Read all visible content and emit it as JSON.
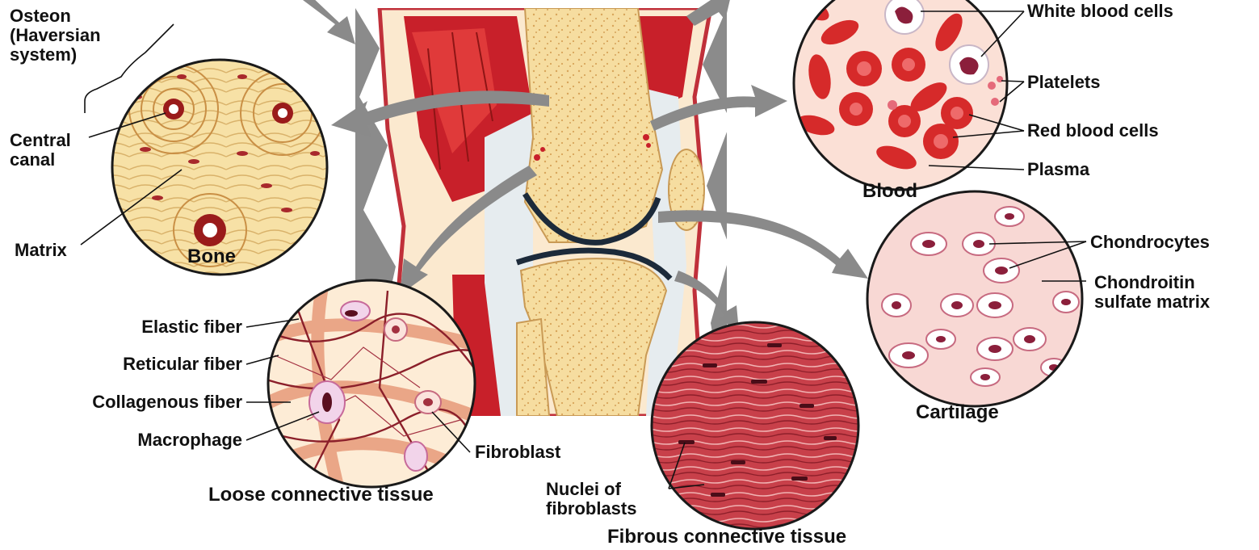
{
  "colors": {
    "bone_fill": "#f6dda0",
    "bone_speckle": "#d8a55a",
    "muscle_red": "#c8202a",
    "blood_red": "#d62a2a",
    "pale_pink": "#fbe3dc",
    "cartilage_pink": "#f8d8d4",
    "fibrous_red": "#c0303a",
    "arrow_gray": "#8a8a8a",
    "ligament_white": "#e6ecef",
    "dark_outline": "#1c2a3a"
  },
  "center": {
    "name": "knee joint cross-section"
  },
  "bone": {
    "title": "Bone",
    "labels": {
      "osteon": "Osteon\n(Haversian\nsystem)",
      "central_canal": "Central\ncanal",
      "matrix": "Matrix"
    }
  },
  "blood": {
    "title": "Blood",
    "labels": {
      "white_blood_cells": "White blood cells",
      "platelets": "Platelets",
      "red_blood_cells": "Red blood cells",
      "plasma": "Plasma"
    }
  },
  "cartilage": {
    "title": "Cartilage",
    "labels": {
      "chondrocytes": "Chondrocytes",
      "matrix": "Chondroitin\nsulfate matrix"
    }
  },
  "loose": {
    "title": "Loose connective tissue",
    "labels": {
      "elastic_fiber": "Elastic fiber",
      "reticular_fiber": "Reticular fiber",
      "collagenous_fiber": "Collagenous fiber",
      "macrophage": "Macrophage",
      "fibroblast": "Fibroblast"
    }
  },
  "fibrous": {
    "title": "Fibrous connective tissue",
    "labels": {
      "nuclei": "Nuclei of\nfibroblasts"
    }
  }
}
